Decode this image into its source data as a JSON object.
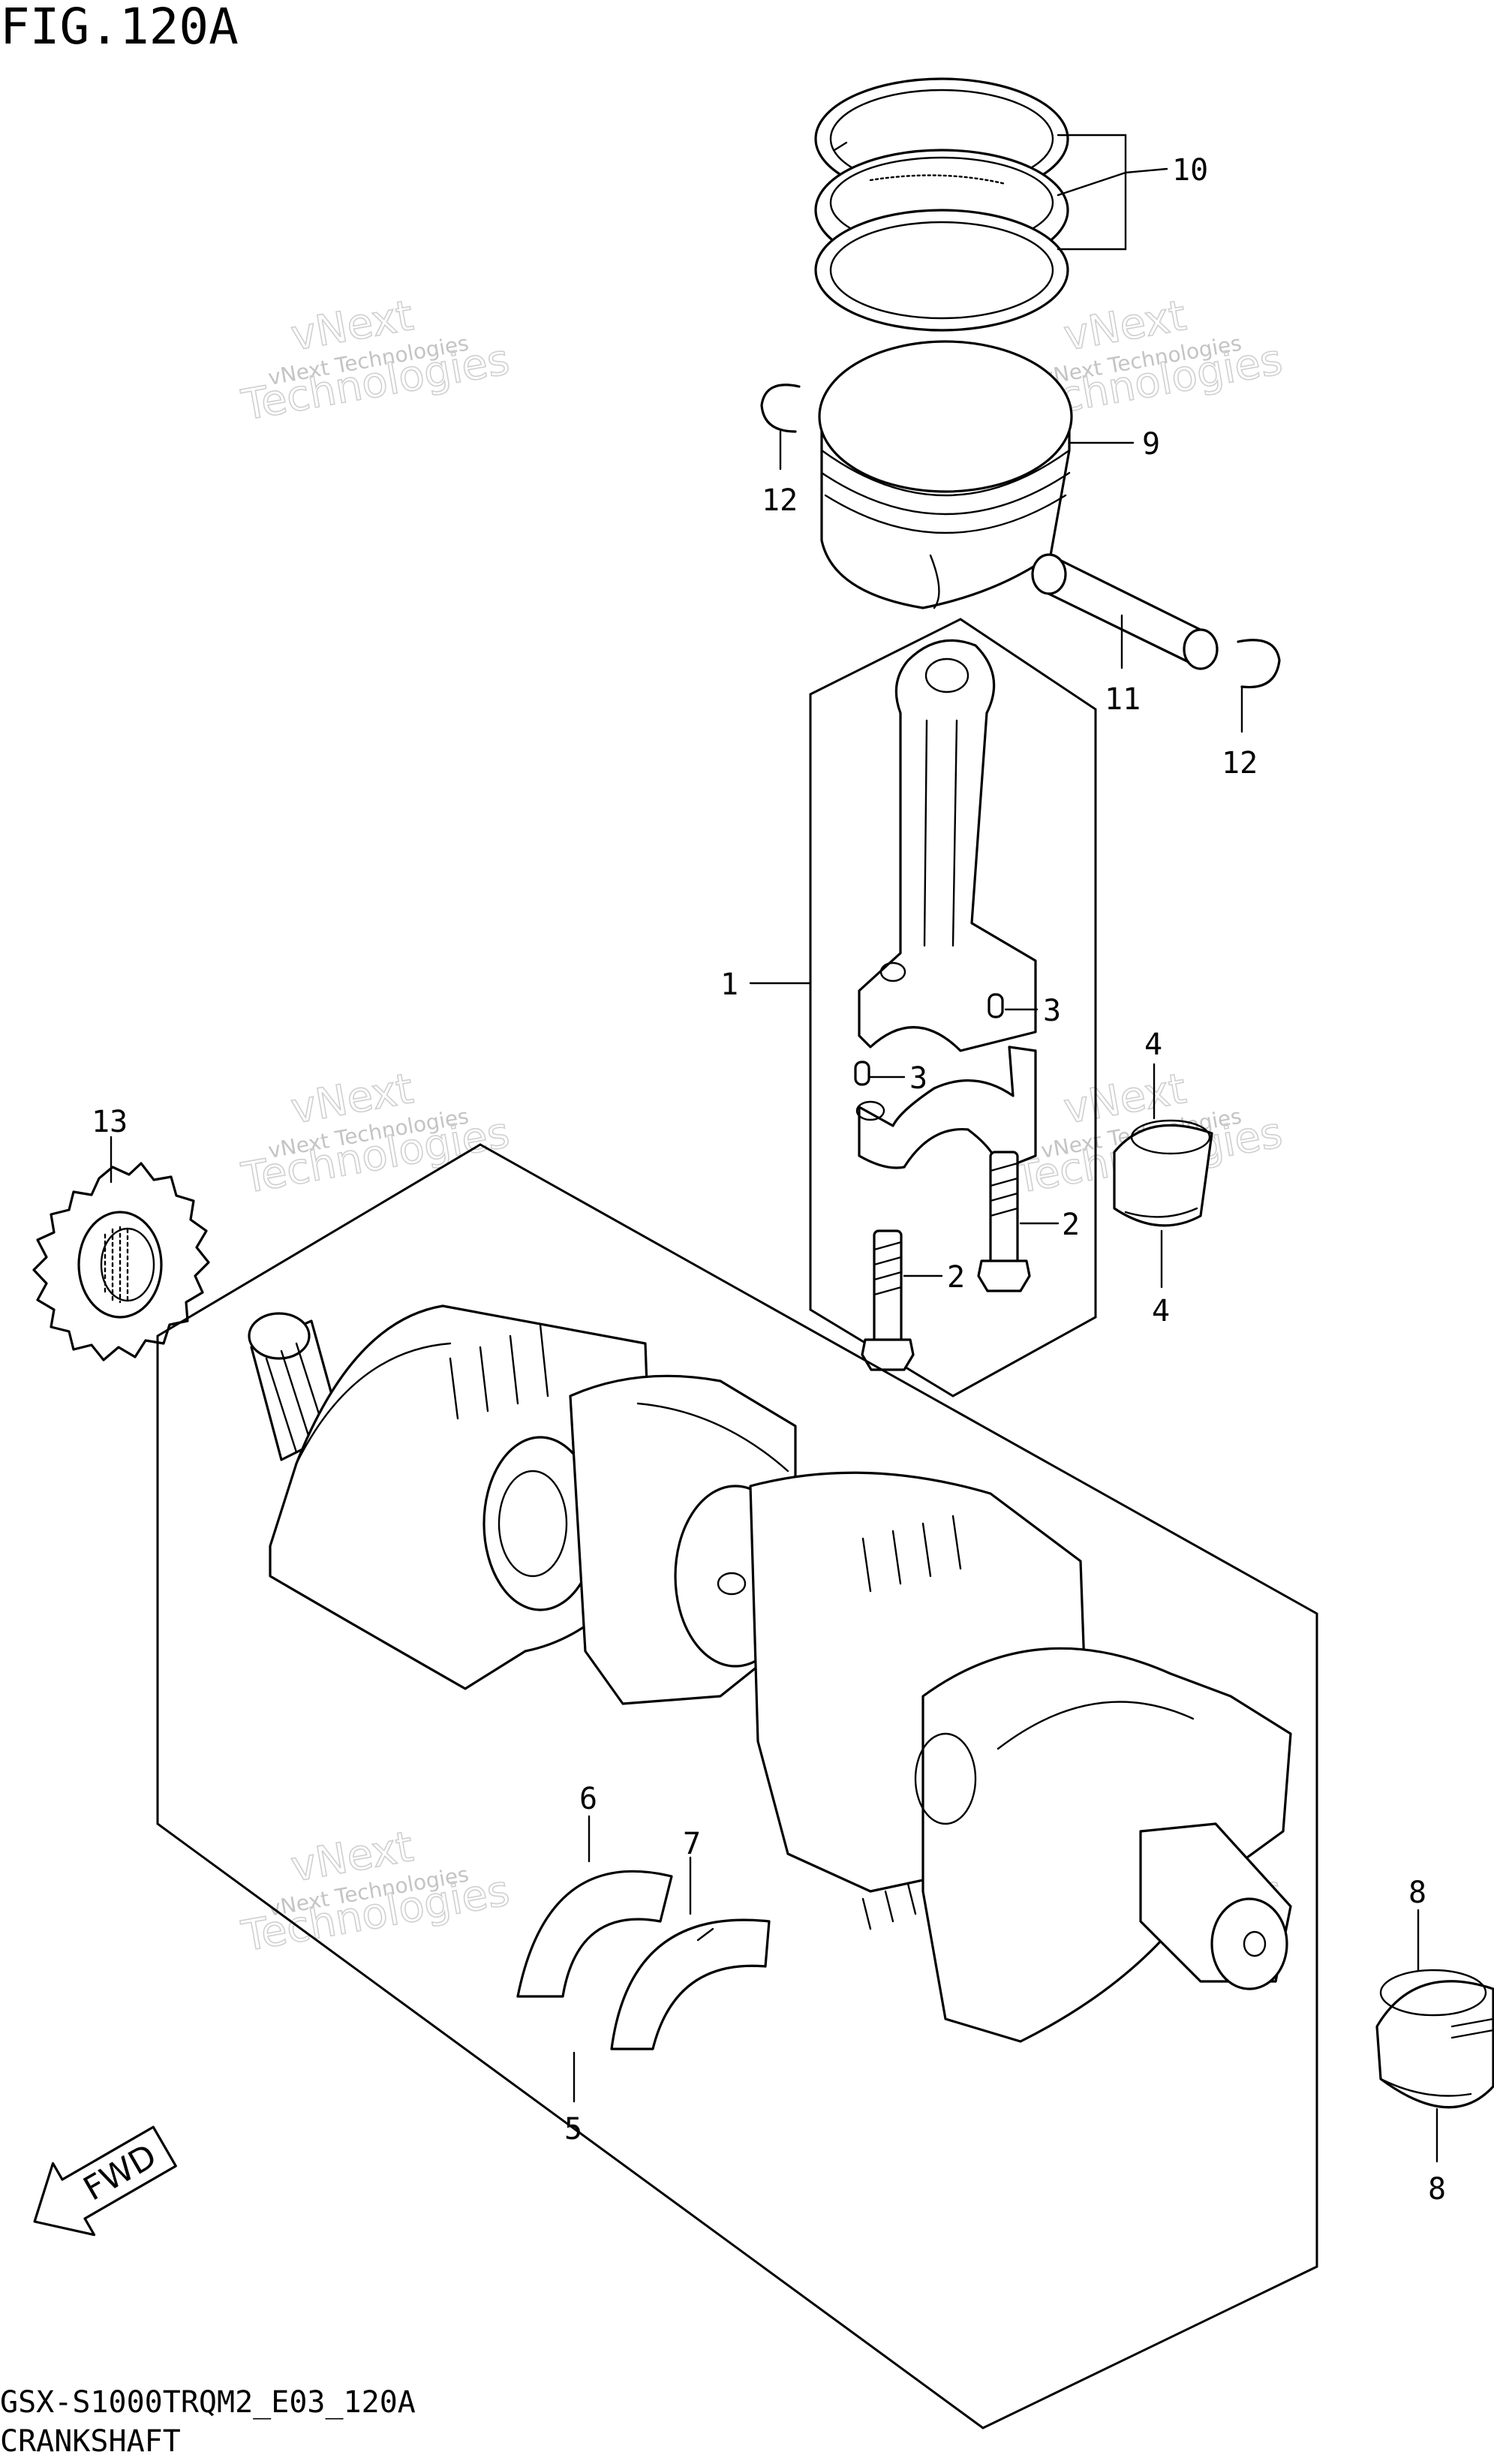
{
  "figure_title": "FIG.120A",
  "model_code": "GSX-S1000TRQM2_E03_120A",
  "section_name": "CRANKSHAFT",
  "fwd_label": "FWD",
  "watermark": {
    "line1": "vNext",
    "line2": "Technologies",
    "small": "vNext Technologies"
  },
  "callouts": {
    "c1": "1",
    "c2a": "2",
    "c2b": "2",
    "c3a": "3",
    "c3b": "3",
    "c4a": "4",
    "c4b": "4",
    "c5": "5",
    "c6": "6",
    "c7": "7",
    "c8a": "8",
    "c8b": "8",
    "c9": "9",
    "c10": "10",
    "c11": "11",
    "c12a": "12",
    "c12b": "12",
    "c13": "13"
  }
}
